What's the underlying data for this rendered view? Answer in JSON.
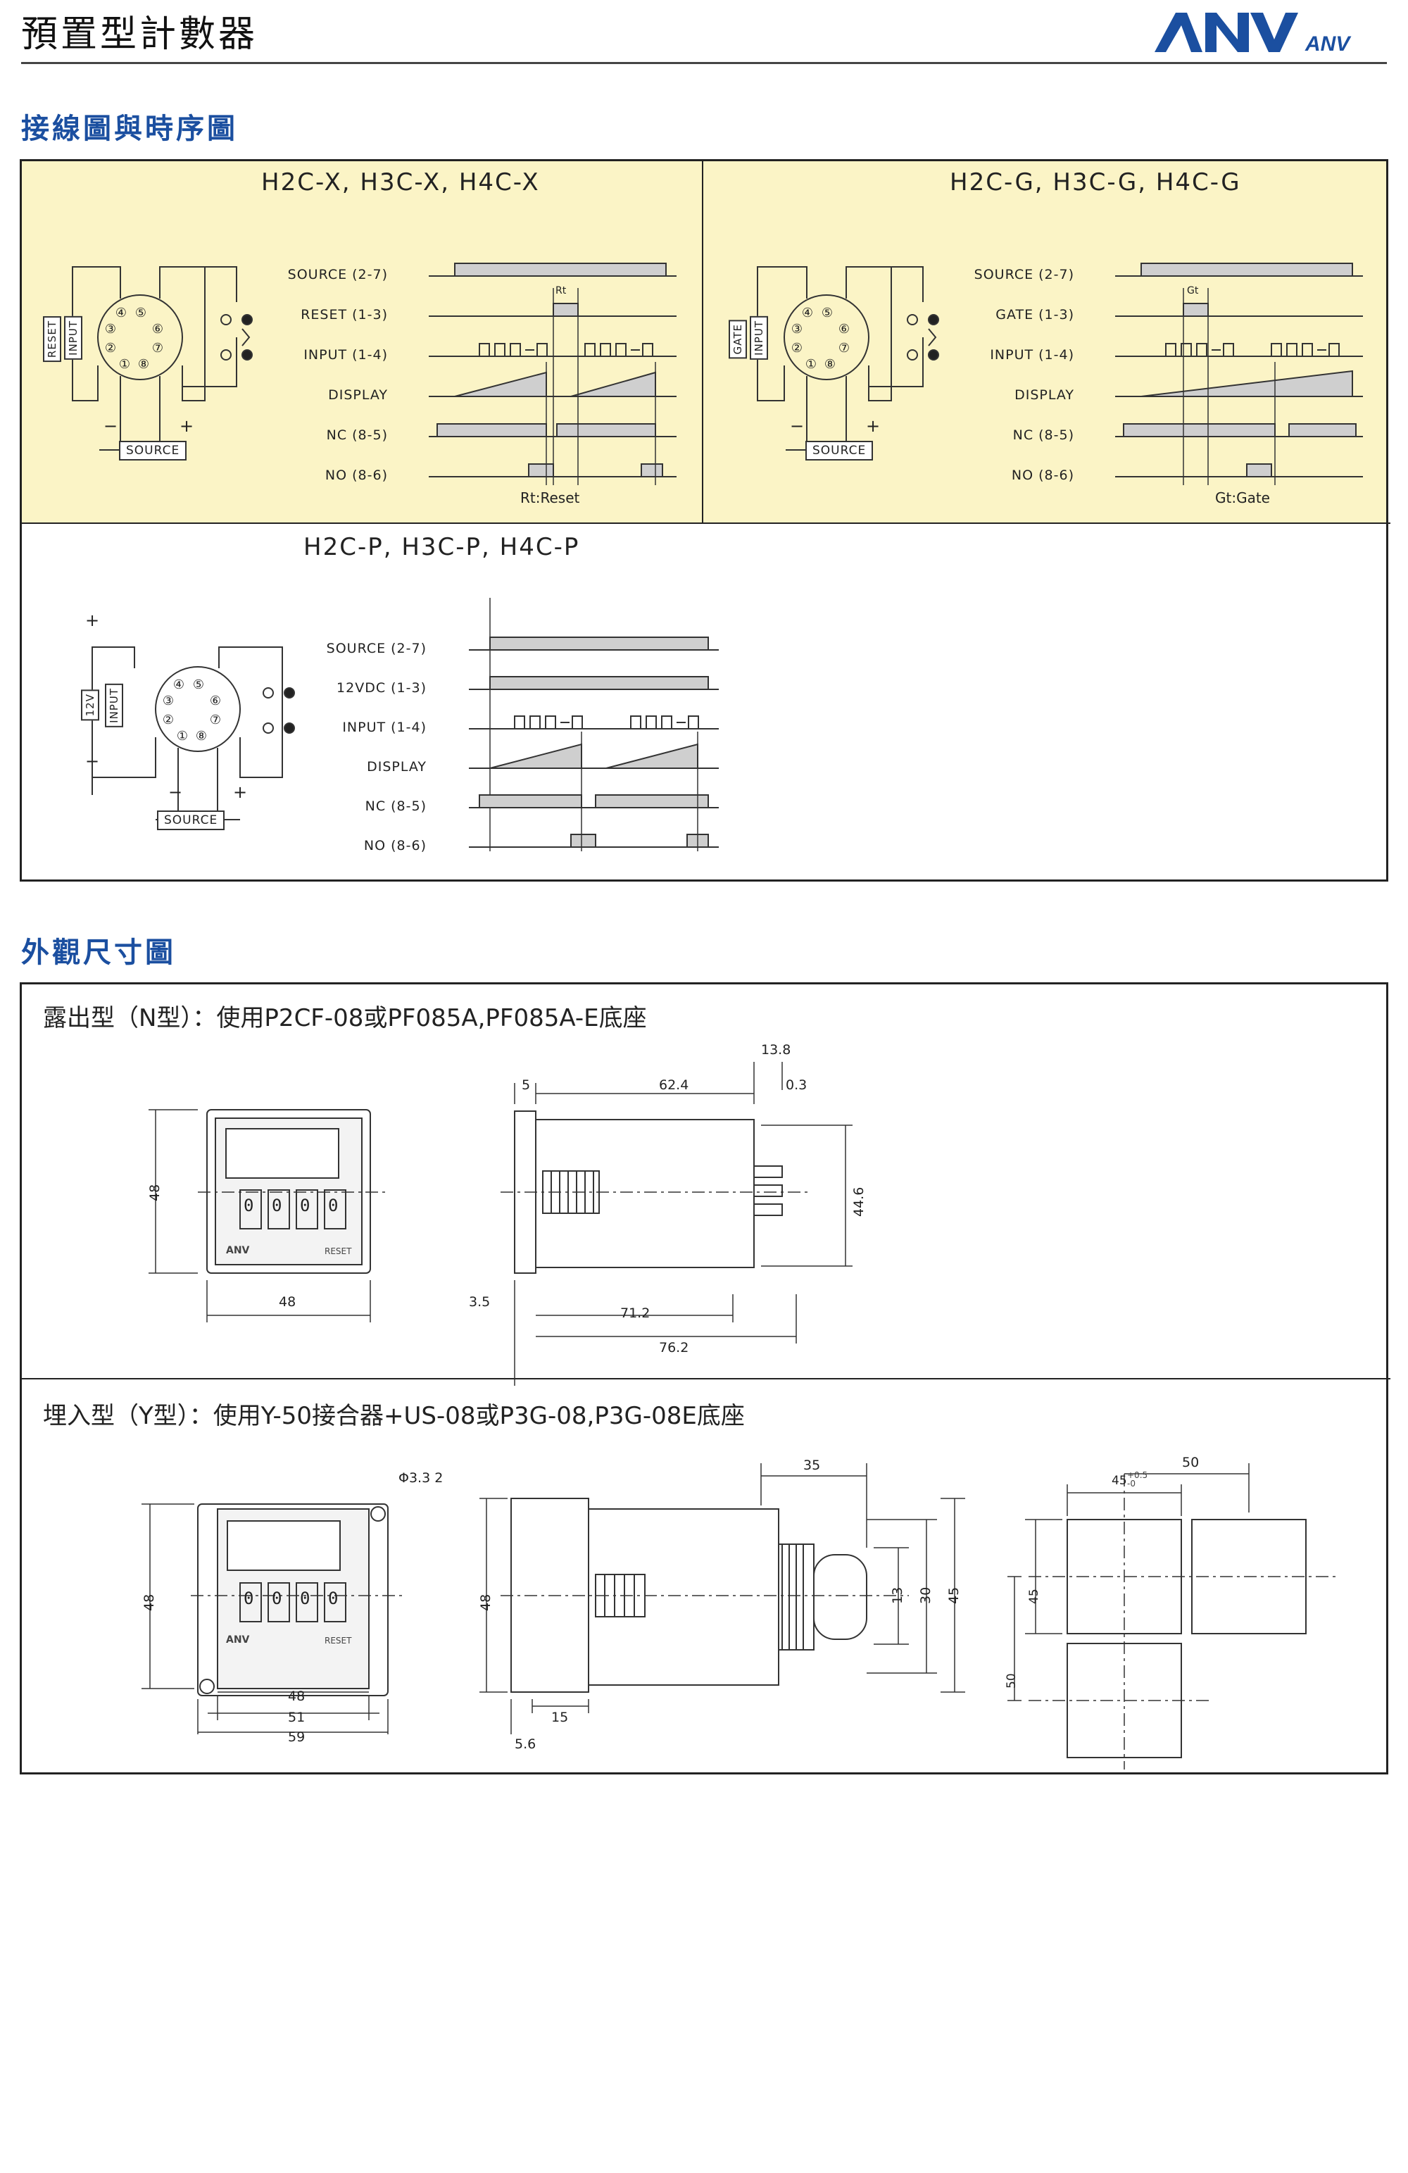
{
  "header": {
    "title": "預置型計數器",
    "brand": "ANV",
    "brand_small": "ANV"
  },
  "sections": {
    "wiring": "接線圖與時序圖",
    "dimensions": "外觀尺寸圖"
  },
  "wiring_x": {
    "title": "H2C-X, H3C-X, H4C-X",
    "signals": [
      "SOURCE (2-7)",
      "RESET (1-3)",
      "INPUT (1-4)",
      "DISPLAY",
      "NC (8-5)",
      "NO (8-6)"
    ],
    "marker": "Rt",
    "note": "Rt:Reset",
    "box_labels": [
      "RESET",
      "INPUT"
    ],
    "source": "SOURCE",
    "minus": "−",
    "plus": "+"
  },
  "wiring_g": {
    "title": "H2C-G, H3C-G, H4C-G",
    "signals": [
      "SOURCE (2-7)",
      "GATE (1-3)",
      "INPUT (1-4)",
      "DISPLAY",
      "NC (8-5)",
      "NO (8-6)"
    ],
    "marker": "Gt",
    "note": "Gt:Gate",
    "box_labels": [
      "GATE",
      "INPUT"
    ],
    "source": "SOURCE",
    "minus": "−",
    "plus": "+"
  },
  "wiring_p": {
    "title": "H2C-P, H3C-P, H4C-P",
    "signals": [
      "SOURCE (2-7)",
      "12VDC (1-3)",
      "INPUT (1-4)",
      "DISPLAY",
      "NC (8-5)",
      "NO (8-6)"
    ],
    "box_labels": [
      "12V",
      "INPUT"
    ],
    "source": "SOURCE",
    "minus": "−",
    "plus": "+"
  },
  "pins": [
    "①",
    "②",
    "③",
    "④",
    "⑤",
    "⑥",
    "⑦",
    "⑧"
  ],
  "mount_n": {
    "title": "露出型（N型）：使用P2CF-08或PF085A,PF085A-E底座",
    "dims": {
      "front_h": "48",
      "front_w": "48",
      "d_5": "5",
      "d_62_4": "62.4",
      "d_13_8": "13.8",
      "d_0_3": "0.3",
      "d_44_6": "44.6",
      "d_3_5": "3.5",
      "d_71_2": "71.2",
      "d_76_2": "76.2"
    },
    "panel_brand": "ANV",
    "panel_reset": "RESET",
    "digits": [
      "0",
      "0",
      "0",
      "0"
    ]
  },
  "mount_y": {
    "title": "埋入型（Y型）：使用Y-50接合器+US-08或P3G-08,P3G-08E底座",
    "dims": {
      "hole": "Φ3.3  2",
      "front_h": "48",
      "w48": "48",
      "w51": "51",
      "w59": "59",
      "side_h": "48",
      "d_15": "15",
      "d_5_6": "5.6",
      "d_35": "35",
      "d_13": "13",
      "d_30": "30",
      "d_45": "45",
      "cut_50_top": "50",
      "cut_45_top": "45",
      "cut_45_side": "45",
      "cut_50_side": "50",
      "tol_plus": "+0.5",
      "tol_minus": "-0"
    },
    "panel_brand": "ANV",
    "panel_reset": "RESET",
    "digits": [
      "0",
      "0",
      "0",
      "0"
    ]
  }
}
